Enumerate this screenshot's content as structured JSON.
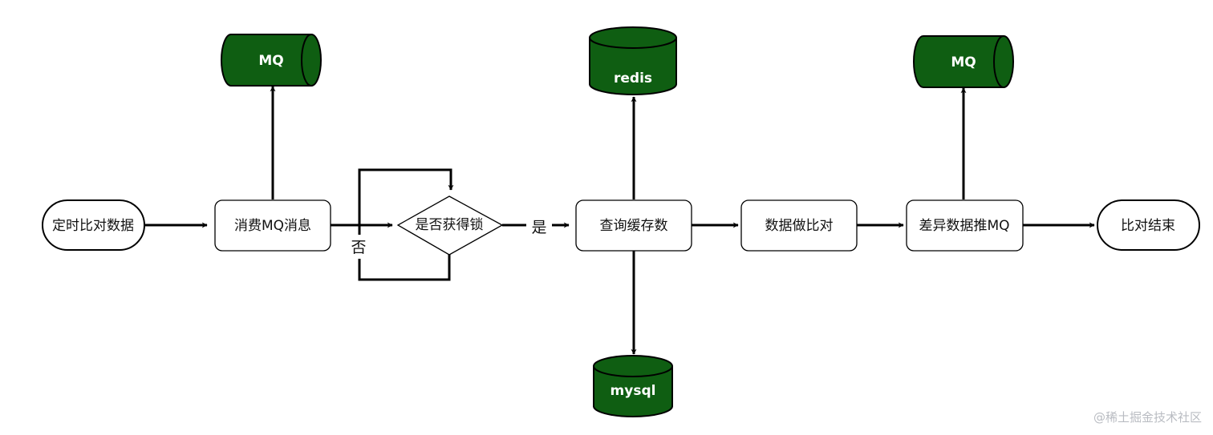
{
  "nodes": {
    "start": "定时比对数据",
    "consume": "消费MQ消息",
    "lock": "是否获得锁",
    "query_cache": "查询缓存数",
    "compare": "数据做比对",
    "push_diff": "差异数据推MQ",
    "end": "比对结束"
  },
  "stores": {
    "mq_left": "MQ",
    "redis": "redis",
    "mysql": "mysql",
    "mq_right": "MQ"
  },
  "edge_labels": {
    "yes": "是",
    "no": "否"
  },
  "watermark": "@稀土掘金技术社区",
  "colors": {
    "store_fill": "#0f5e12",
    "line": "#000000"
  }
}
